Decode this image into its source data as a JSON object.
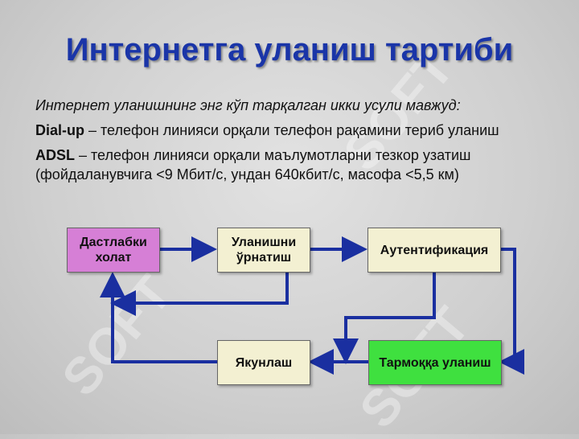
{
  "title": "Интернетга уланиш тартиби",
  "intro": "Интернет уланишнинг энг кўп тарқалган икки усули мавжуд:",
  "methods": [
    {
      "term": "Dial-up",
      "desc": " – телефон линияси орқали телефон рақамини териб уланиш"
    },
    {
      "term": "ADSL",
      "desc": " – телефон линияси орқали маълумотларни тезкор узатиш",
      "desc2": "(фойдаланувчига <9 Мбит/с, ундан 640кбит/с, масофа <5,5 км)"
    }
  ],
  "diagram": {
    "nodes": {
      "initial": "Дастлабки холат",
      "connect": "Уланишни ўрнатиш",
      "auth": "Аутентификация",
      "network": "Тармоққа уланиш",
      "finish": "Якунлаш"
    },
    "colors": {
      "initial": "#d67fd6",
      "connect": "#f3f0d2",
      "auth": "#f3f0d2",
      "network": "#3fe03f",
      "finish": "#f3f0d2",
      "arrow": "#1a2fa0"
    }
  },
  "watermark": "SOFT"
}
